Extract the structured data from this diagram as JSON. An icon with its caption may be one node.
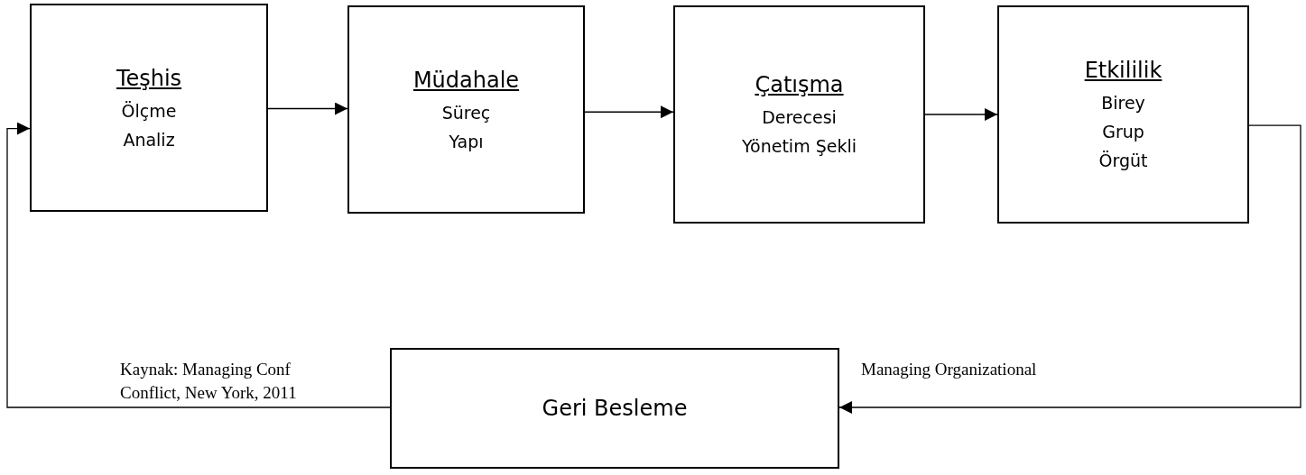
{
  "diagram": {
    "nodes": [
      {
        "text": [
          "Teşhis",
          "Ölçme",
          "Analiz"
        ]
      },
      {
        "text": [
          "Müdahale",
          "Süreç",
          "Yapı"
        ]
      },
      {
        "text": [
          "Çatışma",
          "Derecesi",
          "Yönetim Şekli"
        ]
      },
      {
        "text": [
          "Etkililik",
          "Birey",
          "Grup",
          "Örgüt"
        ]
      },
      {
        "text": [
          "Geri Besleme"
        ]
      }
    ],
    "edges": [
      {
        "from": 0,
        "to": 1,
        "arrow": "to"
      },
      {
        "from": 1,
        "to": 2,
        "arrow": "to"
      },
      {
        "from": 2,
        "to": 3,
        "arrow": "to"
      },
      {
        "from": 3,
        "to": 4,
        "arrow": "to"
      },
      {
        "from": 4,
        "to": 0,
        "arrow": "to"
      }
    ],
    "labels": [
      "Kaynak: Managing Conf",
      "Managing Organizational",
      "Conflict, New York, 2011"
    ]
  }
}
